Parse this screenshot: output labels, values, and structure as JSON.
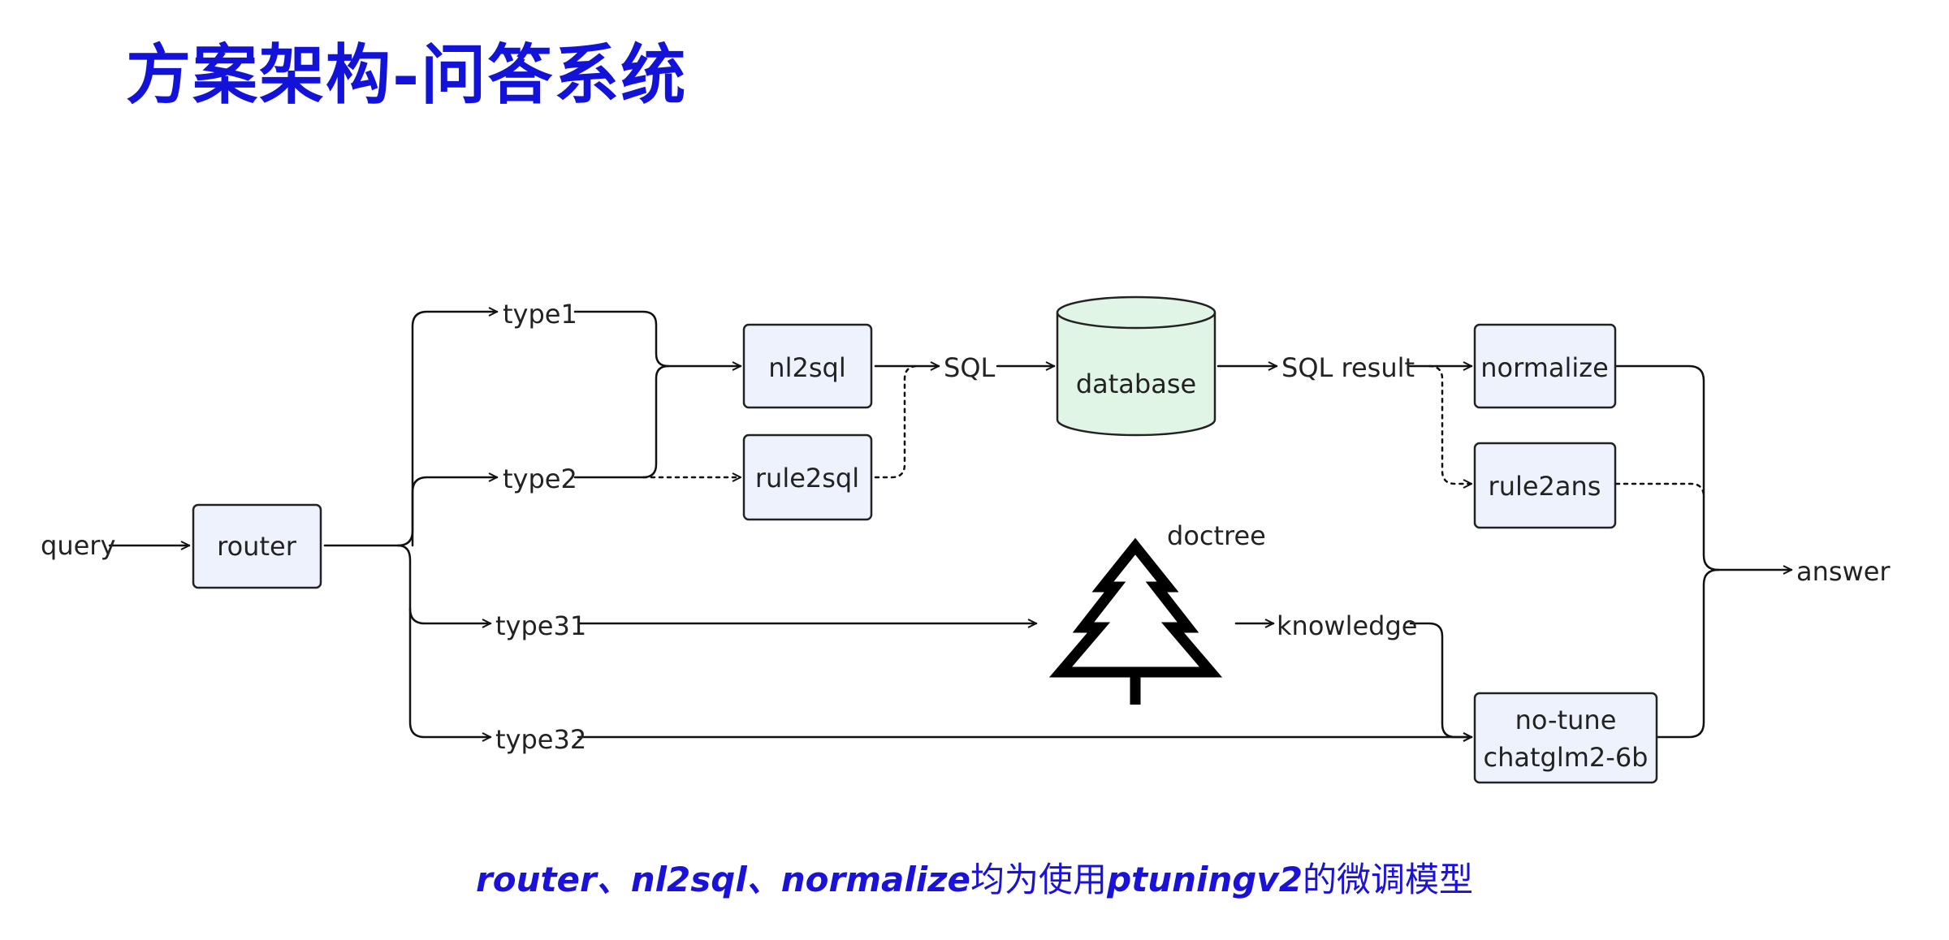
{
  "title": "方案架构-问答系统",
  "colors": {
    "title": "#1212d8",
    "caption": "#1a12d8",
    "box_fill": "#eef2fd",
    "database_fill": "#e0f5e6",
    "line": "#111111"
  },
  "nodes": {
    "query": "query",
    "router": "router",
    "type1": "type1",
    "type2": "type2",
    "type31": "type31",
    "type32": "type32",
    "nl2sql": "nl2sql",
    "rule2sql": "rule2sql",
    "sql": "SQL",
    "database": "database",
    "sql_result": "SQL result",
    "normalize": "normalize",
    "rule2ans": "rule2ans",
    "doctree": "doctree",
    "knowledge": "knowledge",
    "no_tune_line1": "no-tune",
    "no_tune_line2": "chatglm2-6b",
    "answer": "answer"
  },
  "icons": {
    "doctree": "tree-icon"
  },
  "caption": {
    "part1": "router、nl2sql、normalize",
    "part2": "均为使用",
    "part3": "ptuningv2",
    "part4": "的微调模型"
  }
}
